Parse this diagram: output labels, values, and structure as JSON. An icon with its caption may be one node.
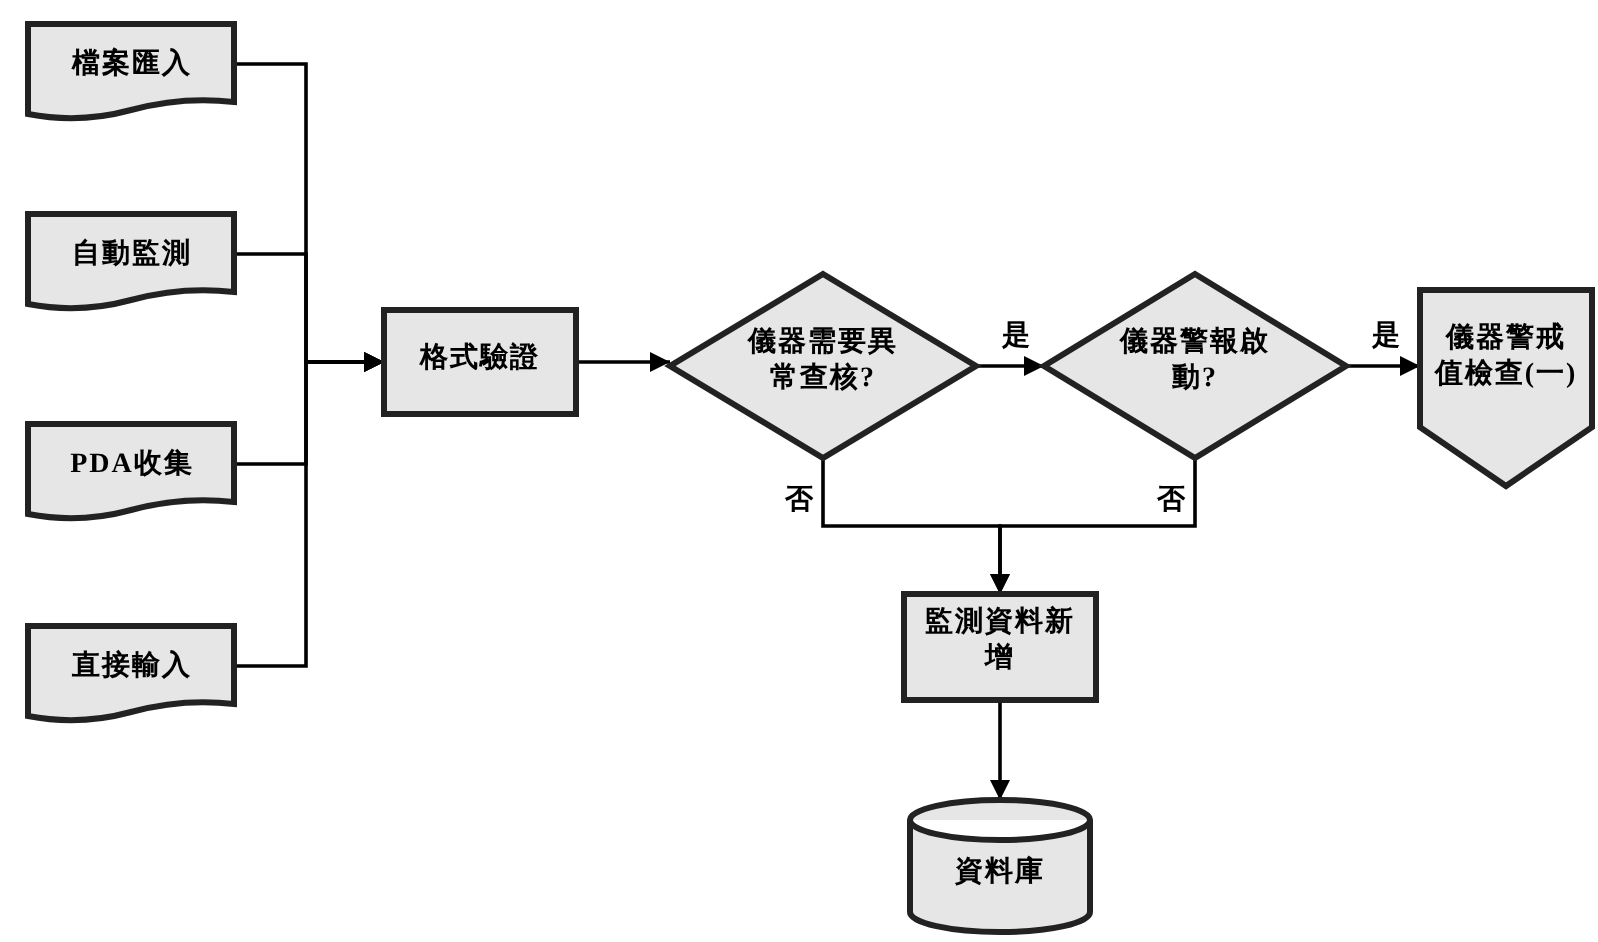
{
  "diagram": {
    "nodes": [
      {
        "text": [
          "檔案匯入"
        ]
      },
      {
        "text": [
          "自動監測"
        ]
      },
      {
        "text": [
          "PDA收集"
        ]
      },
      {
        "text": [
          "直接輸入"
        ]
      },
      {
        "text": [
          "格式驗證"
        ]
      },
      {
        "text": [
          "儀器需要異常查核?"
        ]
      },
      {
        "text": [
          "儀器警報啟動?"
        ]
      },
      {
        "text": [
          "儀器警戒值檢查(一)"
        ]
      },
      {
        "text": [
          "監測資料新增"
        ]
      },
      {
        "text": [
          "資料庫"
        ]
      }
    ],
    "edges": [
      {
        "from": 0,
        "to": 4,
        "arrow": "to"
      },
      {
        "from": 1,
        "to": 4,
        "arrow": "to"
      },
      {
        "from": 2,
        "to": 4,
        "arrow": "to"
      },
      {
        "from": 3,
        "to": 4,
        "arrow": "to"
      },
      {
        "from": 4,
        "to": 5,
        "arrow": "to"
      },
      {
        "from": 5,
        "to": 6,
        "arrow": "to",
        "label": "是"
      },
      {
        "from": 6,
        "to": 7,
        "arrow": "to",
        "label": "是"
      },
      {
        "from": 5,
        "to": 8,
        "arrow": "to",
        "label": "否"
      },
      {
        "from": 6,
        "to": 8,
        "arrow": "to",
        "label": "否"
      },
      {
        "from": 8,
        "to": 9,
        "arrow": "to"
      }
    ]
  }
}
